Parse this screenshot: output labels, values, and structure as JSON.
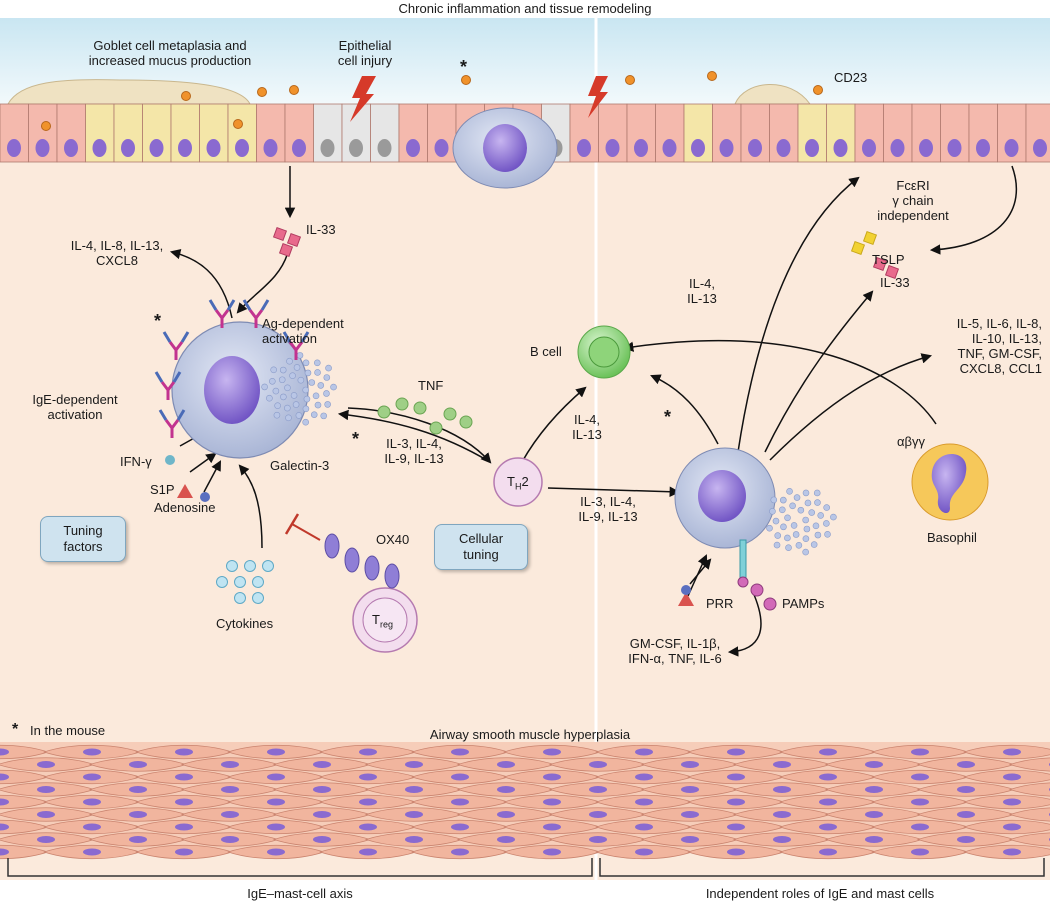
{
  "title": "Chronic inflammation and tissue remodeling",
  "labels": {
    "goblet": "Goblet cell metaplasia and\nincreased mucus production",
    "injury": "Epithelial\ncell injury",
    "cd23": "CD23",
    "fceri": "FcεRI\nγ chain\nindependent",
    "il33_left": "IL-33",
    "il_list_left": "IL-4, IL-8, IL-13,\nCXCL8",
    "tslp": "TSLP",
    "il33_right": "IL-33",
    "il4_il13_top": "IL-4,\nIL-13",
    "il_list_right": "IL-5, IL-6, IL-8,\nIL-10, IL-13,\nTNF, GM-CSF,\nCXCL8, CCL1",
    "ag_activation": "Ag-dependent\nactivation",
    "ige_activation": "IgE-dependent\nactivation",
    "tnf": "TNF",
    "bcell": "B cell",
    "il4_il13_mid": "IL-4,\nIL-13",
    "il_34913_left": "IL-3, IL-4,\nIL-9, IL-13",
    "il_34913_right": "IL-3, IL-4,\nIL-9, IL-13",
    "th2_main": "T",
    "th2_sub": "H",
    "th2_tail": "2",
    "ifng": "IFN-γ",
    "galectin": "Galectin-3",
    "s1p": "S1P",
    "adenosine": "Adenosine",
    "abgg": "αβγγ",
    "basophil": "Basophil",
    "tuning_factors": "Tuning\nfactors",
    "ox40": "OX40",
    "cellular_tuning": "Cellular\ntuning",
    "treg_main": "T",
    "treg_sub": "reg",
    "cytokines": "Cytokines",
    "prr": "PRR",
    "pamps": "PAMPs",
    "gmcsf_list": "GM-CSF, IL-1β,\nIFN-α, TNF, IL-6",
    "mouse_note": "In the mouse",
    "star": "*",
    "smooth_muscle": "Airway smooth muscle hyperplasia",
    "axis_left": "IgE–mast-cell axis",
    "axis_right": "Independent roles of IgE and mast cells"
  },
  "colors": {
    "background": "#fbeadc",
    "lumen": "#dff0f6",
    "epithelium": "#f4b9ad",
    "nucleus": "#8a6ad0",
    "goblet": "#f4e6a8",
    "muscle": "#f1b59e",
    "mast_cell": "#c5cfe6",
    "bcell": "#9bd98b",
    "th2": "#f3ddee",
    "ige_red": "#c0392b",
    "receptor_magenta": "#c2338f",
    "cytokine_green": "#9fcf86",
    "tuning_box": "#cfe3ef"
  }
}
